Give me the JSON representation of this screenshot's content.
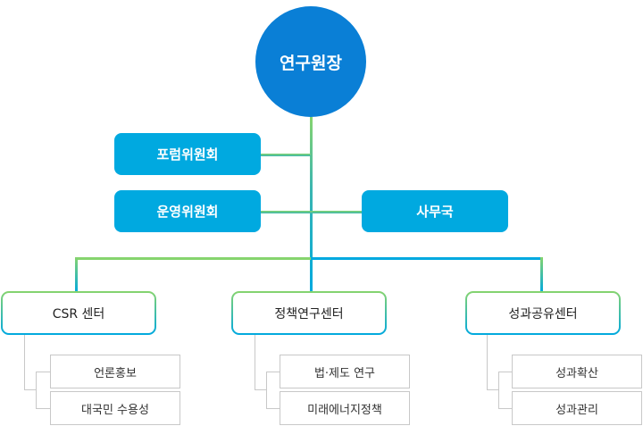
{
  "director": {
    "label": "연구원장"
  },
  "committees": [
    {
      "label": "포럼위원회"
    },
    {
      "label": "운영위원회"
    }
  ],
  "secretariat": {
    "label": "사무국"
  },
  "centers": [
    {
      "label": "CSR 센터",
      "subs": [
        {
          "label": "언론홍보"
        },
        {
          "label": "대국민 수용성"
        }
      ]
    },
    {
      "label": "정책연구센터",
      "subs": [
        {
          "label": "법·제도 연구"
        },
        {
          "label": "미래에너지정책"
        }
      ]
    },
    {
      "label": "성과공유센터",
      "subs": [
        {
          "label": "성과확산"
        },
        {
          "label": "성과관리"
        }
      ]
    }
  ],
  "colors": {
    "director": "#0a7fd6",
    "committee": "#00a9e0",
    "green": "#86d46e",
    "blue": "#00a9e0",
    "sub_line": "#c8c8c8"
  }
}
